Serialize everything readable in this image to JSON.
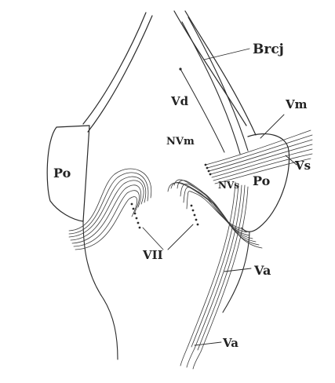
{
  "figure": {
    "labels": {
      "brcj": "Brcj",
      "vd": "Vd",
      "vm": "Vm",
      "nvm": "NVm",
      "vs": "Vs",
      "nvs": "NVs",
      "po_left": "Po",
      "po_right": "Po",
      "vii": "VII",
      "va_mid": "Va",
      "va_low": "Va"
    }
  }
}
